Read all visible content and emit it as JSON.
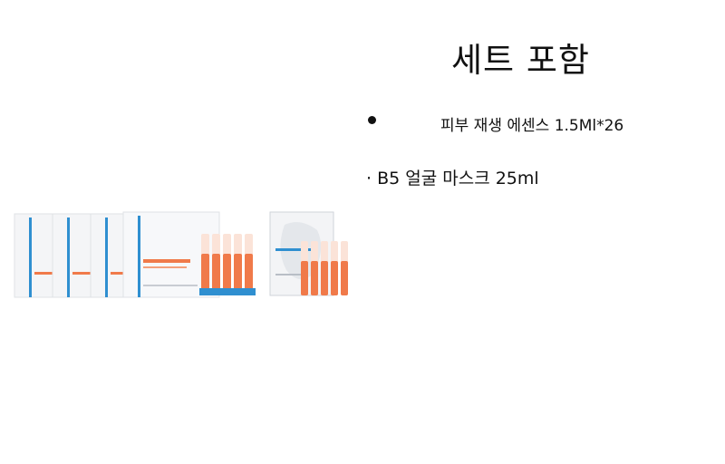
{
  "heading": "세트 포함",
  "items": [
    {
      "bullet": "●",
      "text": "피부 재생 에센스 1.5Ml*26"
    },
    {
      "text": "· B5 얼굴 마스크 25ml"
    }
  ],
  "image": {
    "description_name": "product-set-photo"
  },
  "colors": {
    "accent_blue": "#2f8fd0",
    "accent_orange": "#f07a4a",
    "box_white": "#f6f7f9"
  }
}
